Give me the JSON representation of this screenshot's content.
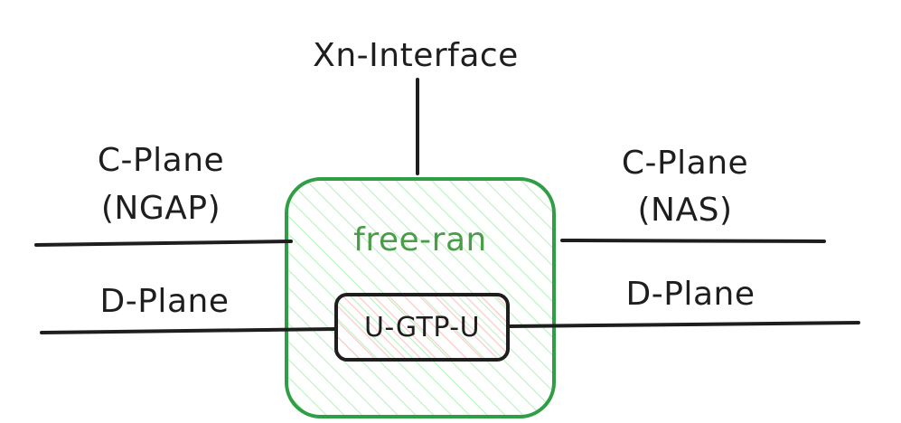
{
  "labels": {
    "xn_interface": "Xn-Interface",
    "c_plane_left": "C-Plane",
    "ngap": "(NGAP)",
    "c_plane_right": "C-Plane",
    "nas": "(NAS)",
    "d_plane_left": "D-Plane",
    "d_plane_right": "D-Plane",
    "free_ran": "free-ran",
    "u_gtp_u": "U-GTP-U"
  },
  "colors": {
    "stroke": "#1e1e1e",
    "free_ran_border": "#2f9e44",
    "free_ran_text": "#4a9d47",
    "free_ran_hatch": "#b2f2bb",
    "gtp_hatch": "#ffc9c9"
  }
}
